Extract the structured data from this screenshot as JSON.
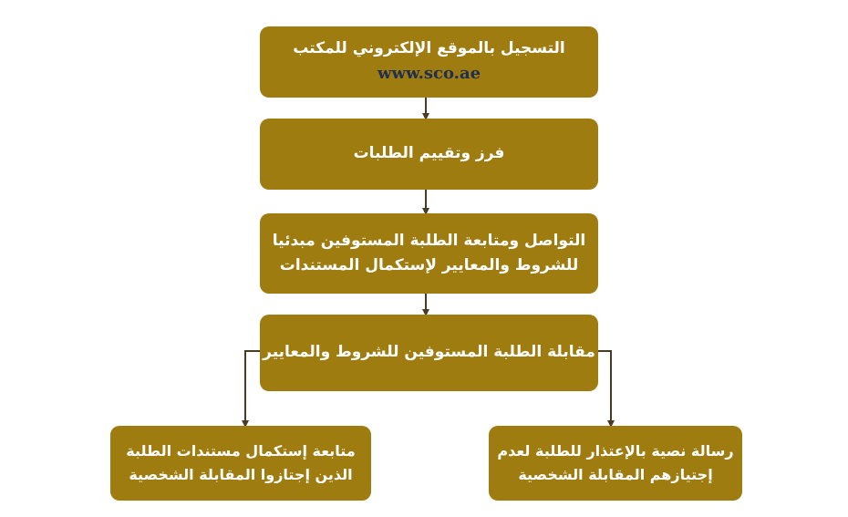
{
  "steps": {
    "register": {
      "line1": "التسجيل بالموقع الإلكتروني للمكتب",
      "url": "www.sco.ae"
    },
    "sort": {
      "line1": "فرز وتقييم الطلبات"
    },
    "followup": {
      "line1": "التواصل ومتابعة الطلبة المستوفين مبدئيا",
      "line2": "للشروط والمعايير لإستكمال المستندات"
    },
    "interview": {
      "line1": "مقابلة الطلبة المستوفين للشروط والمعايير"
    },
    "complete_docs": {
      "line1": "متابعة إستكمال مستندات الطلبة",
      "line2": "الذين إجتازوا المقابلة الشخصية"
    },
    "apology": {
      "line1": "رسالة نصية بالإعتذار للطلبة لعدم",
      "line2": "إجتيازهم المقابلة الشخصية"
    }
  },
  "colors": {
    "box_fill": "#9e7c10",
    "box_text": "#ffffff",
    "url_text": "#1f2f4f",
    "connector": "#4a3c24"
  }
}
